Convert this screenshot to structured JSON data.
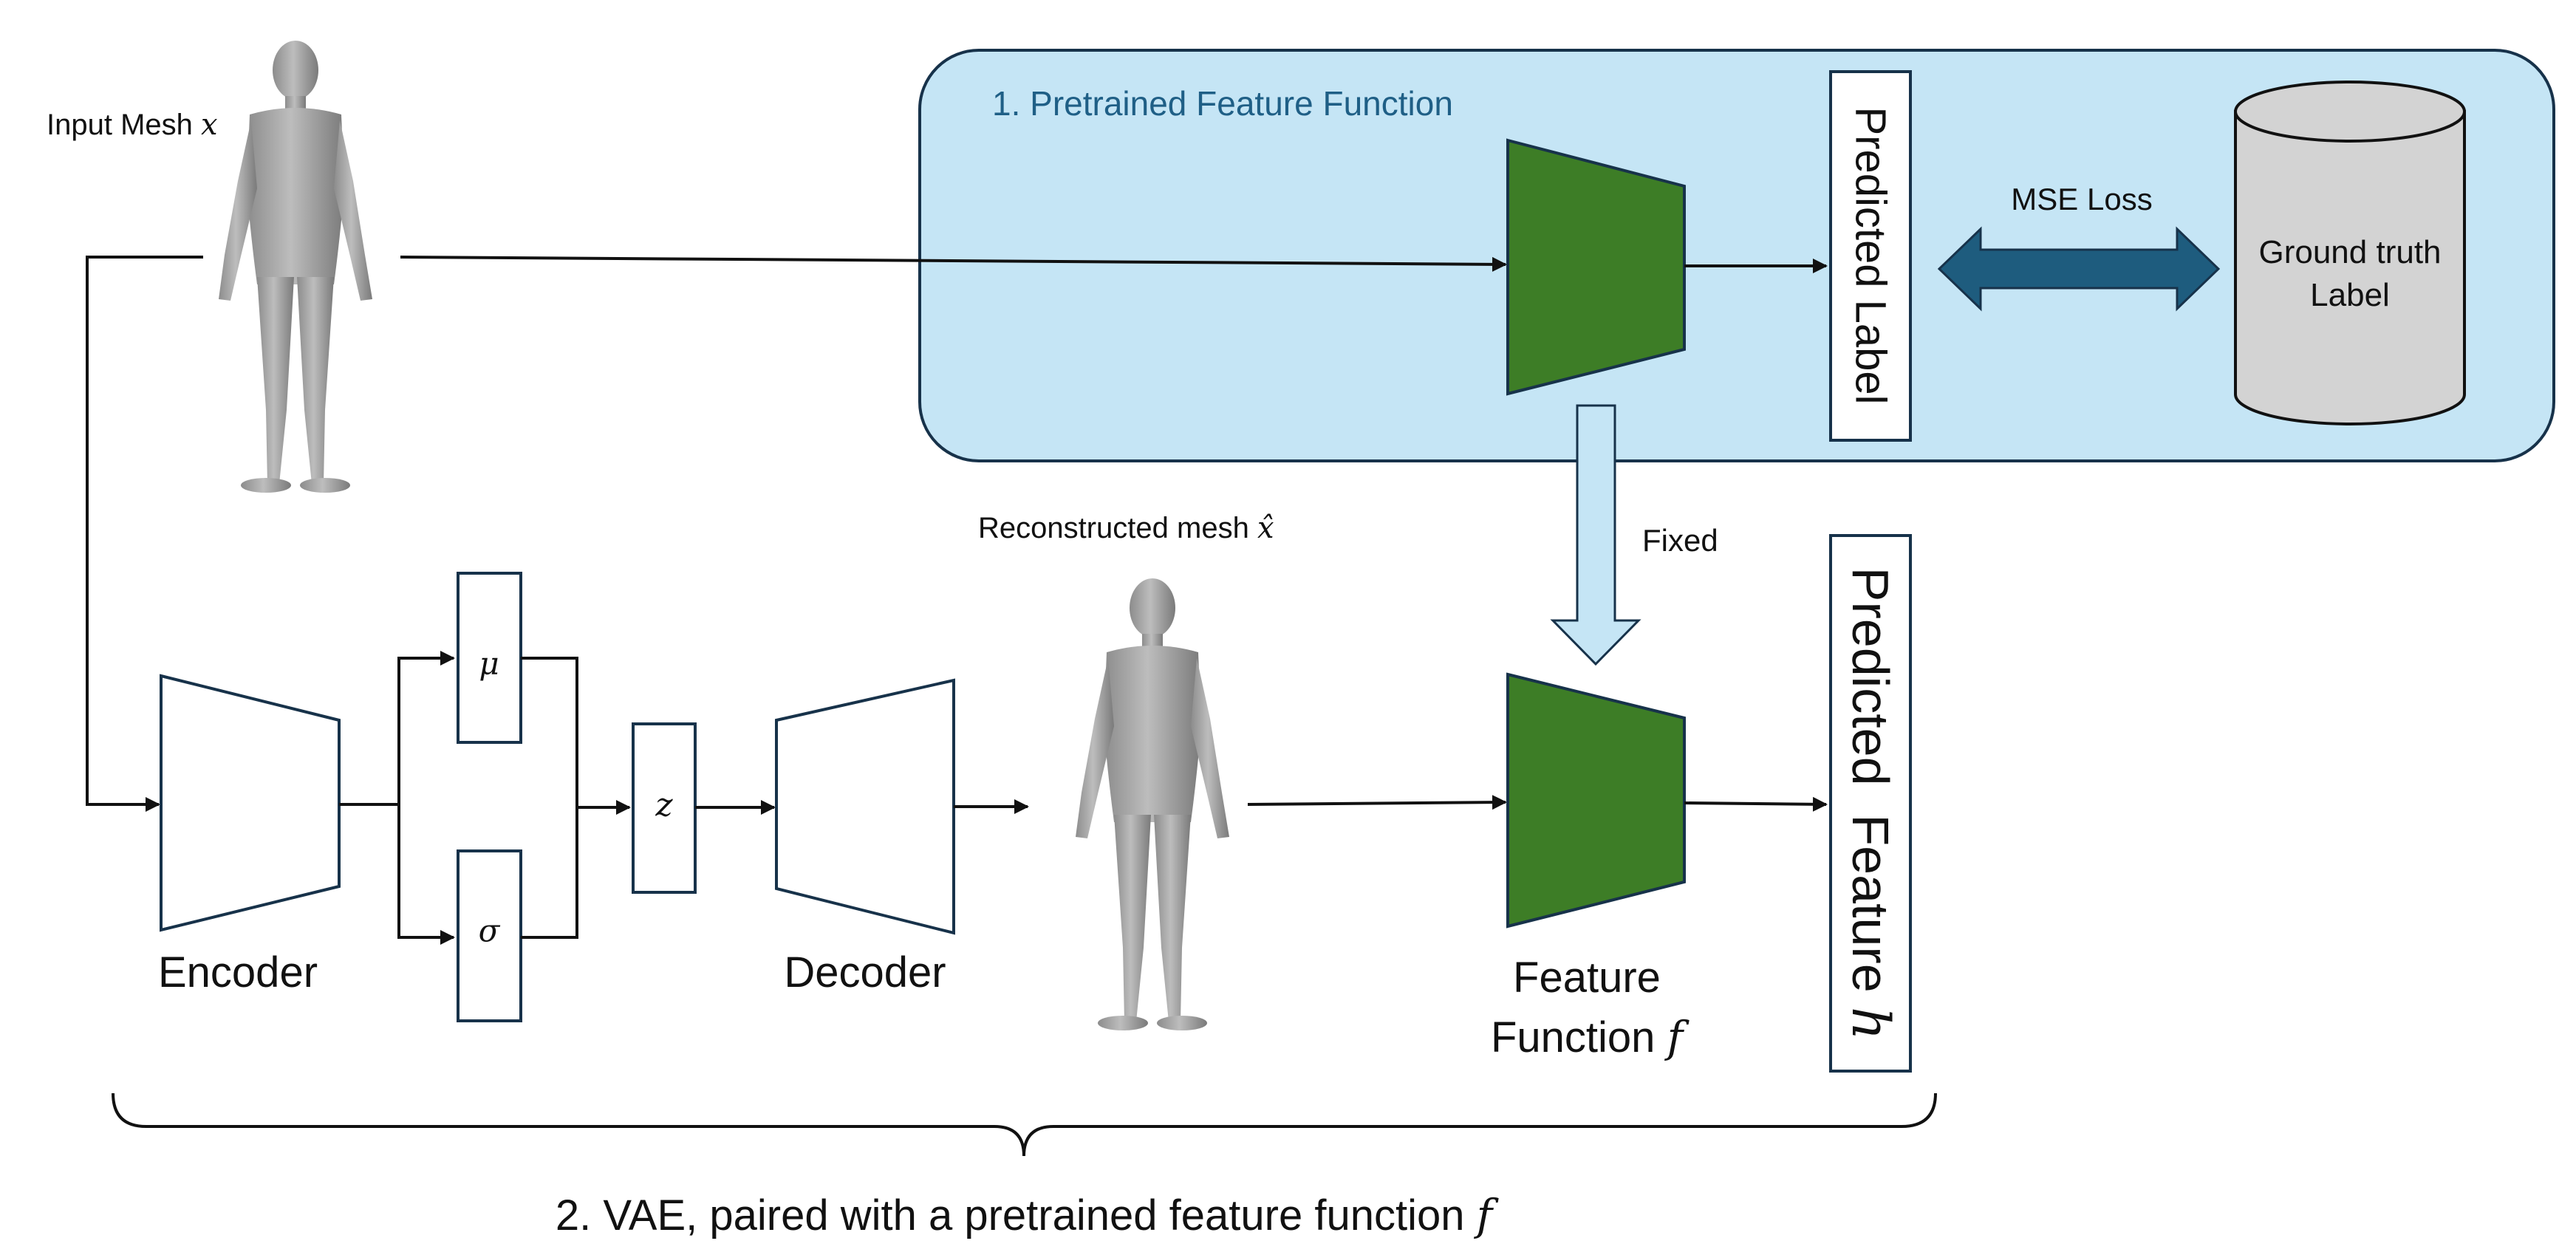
{
  "colors": {
    "panel_fill": "#c5e5f5",
    "panel_stroke": "#17324a",
    "module_green": "#3d7d26",
    "mse_arrow": "#1e5c7e",
    "cylinder": "#d3d3d3",
    "fixed_arrow": "#c5e5f5",
    "panel_title": "#1f5f86"
  },
  "diagram": {
    "panel_title": "1. Pretrained Feature Function",
    "input_mesh_label": "Input Mesh",
    "input_mesh_symbol": "x",
    "predicted_label": "Predicted Label",
    "mse_loss": "MSE Loss",
    "ground_truth_line1": "Ground truth",
    "ground_truth_line2": "Label",
    "reconstructed_label": "Reconstructed mesh",
    "reconstructed_symbol": "x̂",
    "fixed": "Fixed",
    "mu": "μ",
    "sigma": "σ",
    "z": "z",
    "encoder": "Encoder",
    "decoder": "Decoder",
    "feature_function_line1": "Feature",
    "feature_function_line2": "Function",
    "feature_function_symbol": "f",
    "predicted_feature": "Predicted  Feature",
    "predicted_feature_symbol": "h",
    "caption": "2. VAE, paired with a pretrained feature function",
    "caption_symbol": "f"
  }
}
